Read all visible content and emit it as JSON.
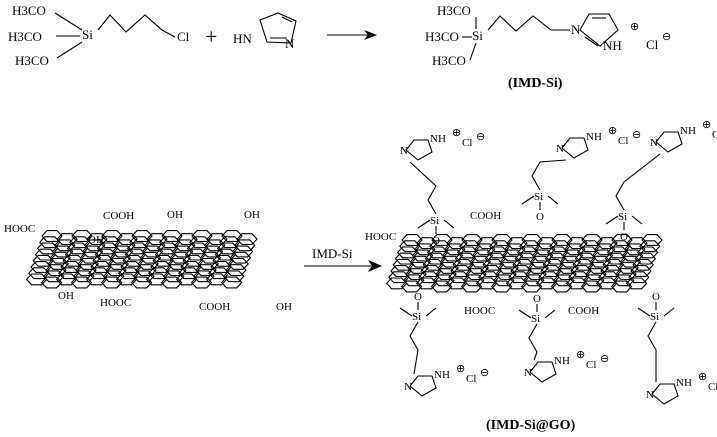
{
  "reaction1": {
    "reactant1": {
      "methoxy_top": "H3CO",
      "methoxy_mid": "H3CO",
      "methoxy_bot": "H3CO",
      "si": "Si",
      "cl": "Cl"
    },
    "plus": "+",
    "reactant2": {
      "nh": "HN",
      "n": "N"
    },
    "product": {
      "methoxy_top": "H3CO",
      "methoxy_mid": "H3CO",
      "methoxy_bot": "H3CO",
      "si": "Si",
      "n": "N",
      "nh": "NH",
      "plus_charge": "⊕",
      "cl": "Cl",
      "minus_charge": "⊖"
    },
    "product_label": "(IMD-Si)"
  },
  "reaction2": {
    "go_labels": {
      "cooh_left": "HOOC",
      "cooh_top": "COOH",
      "oh_top": "OH",
      "oh_right": "OH",
      "oh_left_in": "OH",
      "oh_bottom_left": "OH",
      "hooc_bottom": "HOOC",
      "cooh_bottom": "COOH",
      "oh_bottom_right": "OH"
    },
    "reagent": "IMD-Si",
    "product_labels": {
      "hooc_left": "HOOC",
      "cooh_top": "COOH",
      "hooc_bottom": "HOOC",
      "cooh_bottom": "COOH",
      "nh": "NH",
      "n": "N",
      "cl": "Cl",
      "si": "Si",
      "o": "O",
      "plus_charge": "⊕",
      "minus_charge": "⊖"
    },
    "product_label": "(IMD-Si@GO)"
  }
}
